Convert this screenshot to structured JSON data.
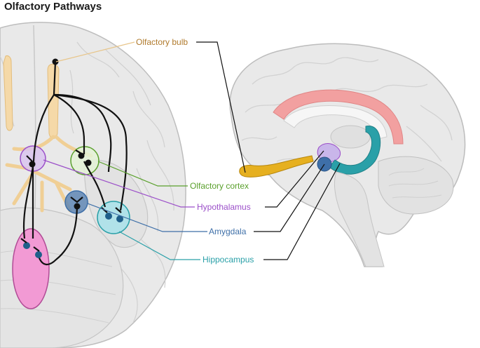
{
  "title": "Olfactory Pathways",
  "labels": {
    "olfactory_bulb": "Olfactory bulb",
    "olfactory_cortex": "Olfactory cortex",
    "hypothalamus": "Hypothalamus",
    "amygdala": "Amygdala",
    "hippocampus": "Hippocampus"
  },
  "colors": {
    "olfactory_bulb": "#b07a2c",
    "olfactory_cortex": "#5aa02c",
    "hypothalamus": "#9b4fc9",
    "amygdala": "#3e6fa8",
    "hippocampus": "#2aa0a8",
    "pathway": "#111111",
    "brain_fill": "#e9e9e9",
    "brain_stroke": "#bdbdbd",
    "cingulate": "#f2a0a0",
    "cerebellum_zone": "#f29ad4"
  }
}
